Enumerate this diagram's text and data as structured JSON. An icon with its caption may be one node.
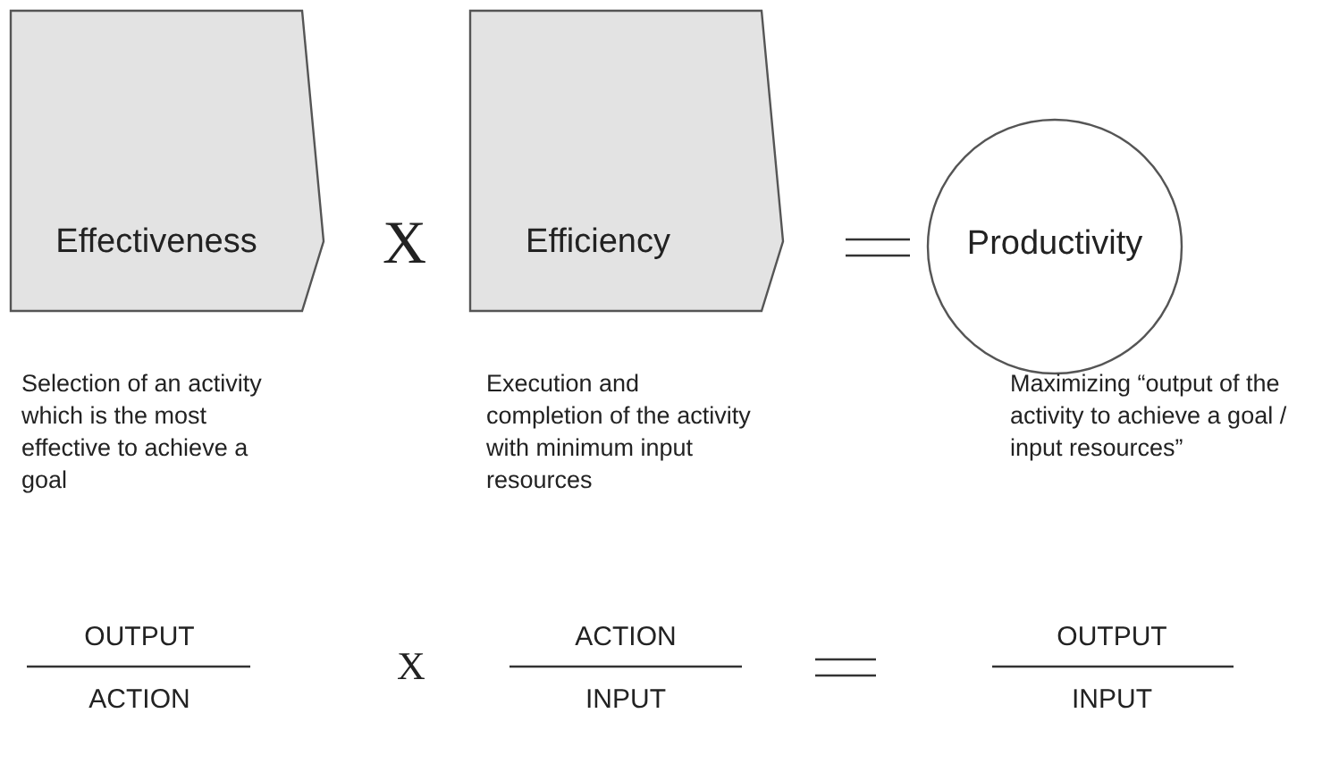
{
  "diagram": {
    "nodes": [
      {
        "text": [
          "Effectiveness"
        ],
        "beside": [
          "Selection of an activity which is the most effective to achieve a goal"
        ]
      },
      {
        "text": [
          "Efficiency"
        ],
        "beside": [
          "Execution and completion of the activity with minimum input resources"
        ]
      },
      {
        "text": [
          "Productivity"
        ],
        "beside": [
          "Maximizing “output of the activity to achieve a goal / input resources”"
        ]
      }
    ],
    "edges": [],
    "labels": [
      "X",
      "OUTPUT",
      "ACTION",
      "X",
      "ACTION",
      "INPUT",
      "OUTPUT",
      "INPUT"
    ]
  }
}
